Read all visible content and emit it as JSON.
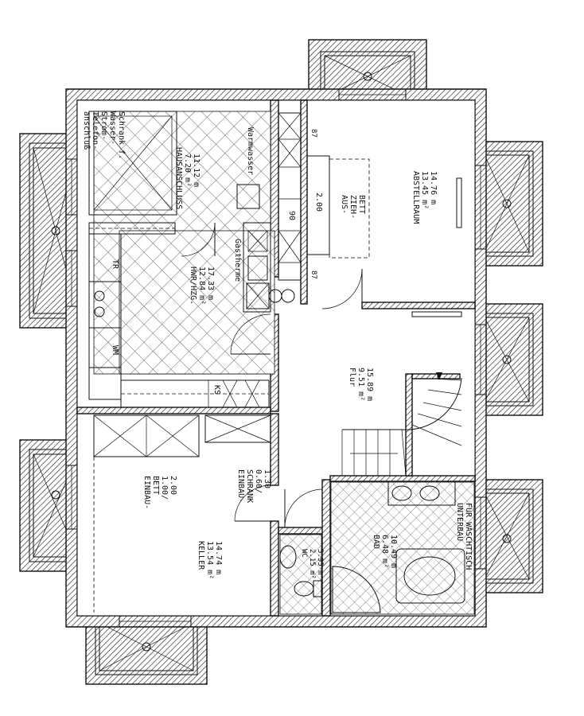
{
  "rooms": {
    "hausanschluss": {
      "name": "HAUSANSCHLUSS",
      "area_m2": "7.20 m²",
      "perimeter_m": "11.12 m"
    },
    "hauswirtschaft": {
      "name": "HWR/HZG.",
      "area_m2": "12.84 m²",
      "perimeter_m": "17.33 m"
    },
    "abstellraum": {
      "name": "ABSTELLRAUM",
      "area_m2": "13.45 m²",
      "perimeter_m": "14.76 m"
    },
    "flur": {
      "name": "Flur",
      "area_m2": "9.51 m²",
      "perimeter_m": "15.89 m"
    },
    "keller": {
      "name": "KELLER",
      "area_m2": "13.54 m²",
      "perimeter_m": "14.74 m"
    },
    "bad": {
      "name": "BAD",
      "area_m2": "6.48 m²",
      "perimeter_m": "10.49 m"
    },
    "wc": {
      "name": "WC",
      "area_m2": "2.15 m²",
      "perimeter_m": "5.95 m"
    }
  },
  "labels": {
    "anschluss_lines": [
      "Schrank f.",
      "Wasser-",
      "Strom-",
      "Telefon-",
      "anschluß"
    ],
    "warmwasser": "Warmwasser",
    "gastherme": "Gastherme",
    "tr": "TR",
    "wm": "WM",
    "ks": "KS",
    "auszieh_bett": [
      "AUS-",
      "ZIEH-",
      "BETT"
    ],
    "bed_length": "2.00",
    "dim_87_top": "87",
    "dim_87_bottom": "87",
    "dim_90": "90",
    "einbau_bett": [
      "EINBAU-",
      "BETT",
      "1.00/",
      "2.00"
    ],
    "einbau_schrank": [
      "EINBAU-",
      "SCHRANK",
      "0.60/",
      "1.30"
    ],
    "unterbau": [
      "UNTERBAU",
      "FÜR WASCHTISCH"
    ]
  }
}
